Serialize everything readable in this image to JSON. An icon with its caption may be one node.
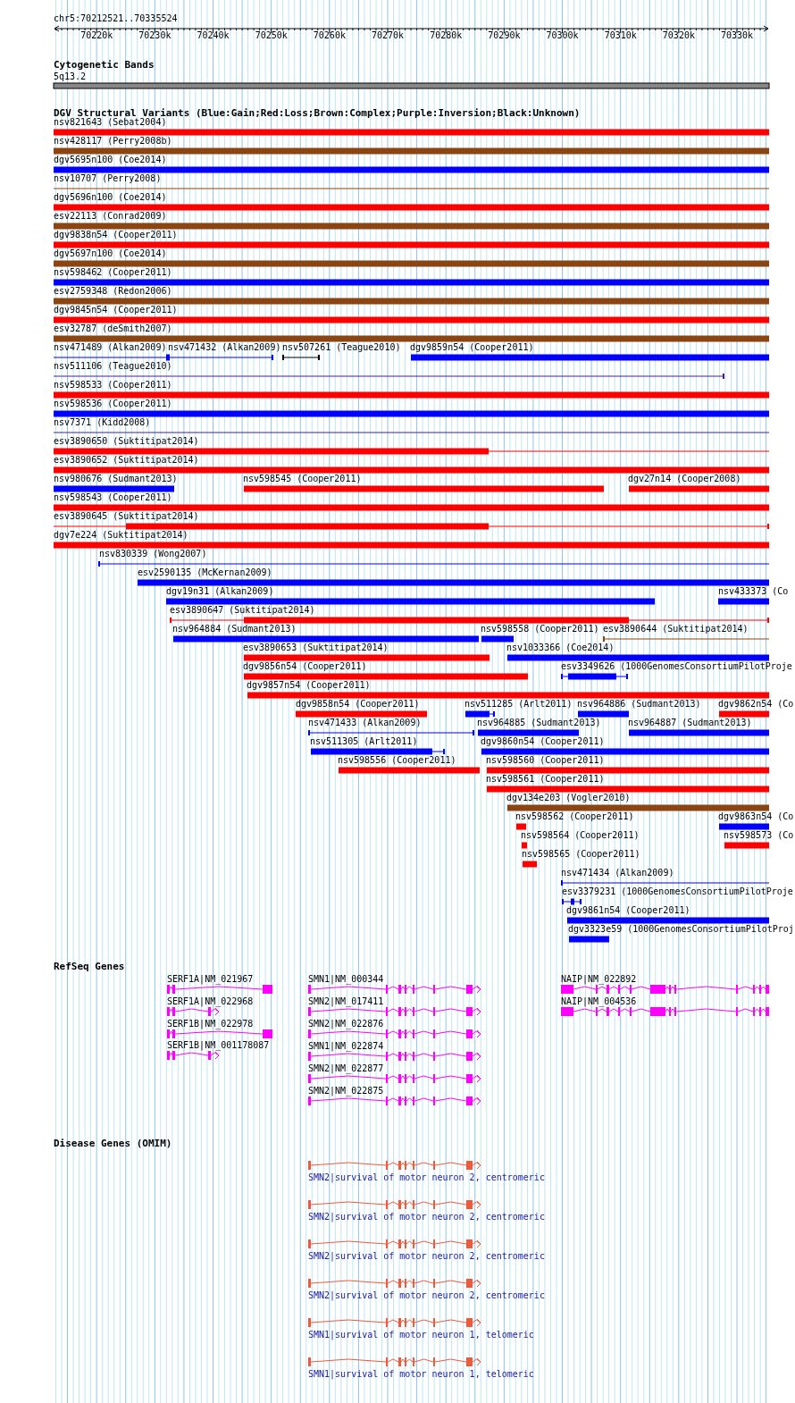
{
  "diagram": {
    "labels": [
      "chr5:70212521..70335524",
      "70220k",
      "70230k",
      "70240k",
      "70250k",
      "70260k",
      "70270k",
      "70280k",
      "70290k",
      "70300k",
      "70310k",
      "70320k",
      "70330k",
      "Cytogenetic Bands",
      "5q13.2",
      "DGV Structural Variants (Blue:Gain;Red:Loss;Brown:Complex;Purple:Inversion;Black:Unknown)",
      "nsv821643 (Sebat2004)",
      "nsv428117 (Perry2008b)",
      "dgv5695n100 (Coe2014)",
      "nsv10707 (Perry2008)",
      "dgv5696n100 (Coe2014)",
      "esv22113 (Conrad2009)",
      "dgv9838n54 (Cooper2011)",
      "dgv5697n100 (Coe2014)",
      "nsv598462 (Cooper2011)",
      "esv2759348 (Redon2006)",
      "dgv9845n54 (Cooper2011)",
      "esv32787 (deSmith2007)",
      "nsv471489 (Alkan2009)",
      "nsv471432 (Alkan2009)",
      "nsv507261 (Teague2010)",
      "dgv9859n54 (Cooper2011)",
      "nsv511106 (Teague2010)",
      "nsv598533 (Cooper2011)",
      "nsv598536 (Cooper2011)",
      "nsv7371 (Kidd2008)",
      "esv3890650 (Suktitipat2014)",
      "esv3890652 (Suktitipat2014)",
      "nsv980676 (Sudmant2013)",
      "nsv598545 (Cooper2011)",
      "dgv27n14 (Cooper2008)",
      "nsv598543 (Cooper2011)",
      "esv3890645 (Suktitipat2014)",
      "dgv7e224 (Suktitipat2014)",
      "nsv830339 (Wong2007)",
      "esv2590135 (McKernan2009)",
      "dgv19n31 (Alkan2009)",
      "nsv433373 (Co",
      "esv3890647 (Suktitipat2014)",
      "nsv964884 (Sudmant2013)",
      "nsv598558 (Cooper2011)",
      "esv3890644 (Suktitipat2014)",
      "esv3890653 (Suktitipat2014)",
      "nsv1033366 (Coe2014)",
      "dgv9856n54 (Cooper2011)",
      "esv3349626 (1000GenomesConsortiumPilotProje",
      "dgv9857n54 (Cooper2011)",
      "dgv9858n54 (Cooper2011)",
      "nsv511285 (Arlt2011)",
      "nsv964886 (Sudmant2013)",
      "dgv9862n54 (Co",
      "nsv471433 (Alkan2009)",
      "nsv964885 (Sudmant2013)",
      "nsv964887 (Sudmant2013)",
      "nsv511305 (Arlt2011)",
      "dgv9860n54 (Cooper2011)",
      "nsv598556 (Cooper2011)",
      "nsv598560 (Cooper2011)",
      "nsv598561 (Cooper2011)",
      "dgv134e203 (Vogler2010)",
      "nsv598562 (Cooper2011)",
      "dgv9863n54 (Co",
      "nsv598564 (Cooper2011)",
      "nsv598573 (Co",
      "nsv598565 (Cooper2011)",
      "nsv471434 (Alkan2009)",
      "esv3379231 (1000GenomesConsortiumPilotProje",
      "dgv9861n54 (Cooper2011)",
      "dgv3323e59 (1000GenomesConsortiumPilotProj",
      "RefSeq Genes",
      "SERF1A|NM_021967",
      "SMN1|NM_000344",
      "NAIP|NM_022892",
      "SERF1A|NM_022968",
      "SMN2|NM_017411",
      "NAIP|NM_004536",
      "SERF1B|NM_022978",
      "SMN2|NM_022876",
      "SERF1B|NM_001178087",
      "SMN1|NM_022874",
      "SMN2|NM_022877",
      "SMN2|NM_022875",
      "Disease Genes (OMIM)",
      "SMN2|survival of motor neuron 2, centromeric",
      "SMN2|survival of motor neuron 2, centromeric",
      "SMN2|survival of motor neuron 2, centromeric",
      "SMN2|survival of motor neuron 2, centromeric",
      "SMN1|survival of motor neuron 1, telomeric",
      "SMN1|survival of motor neuron 1, telomeric"
    ]
  }
}
